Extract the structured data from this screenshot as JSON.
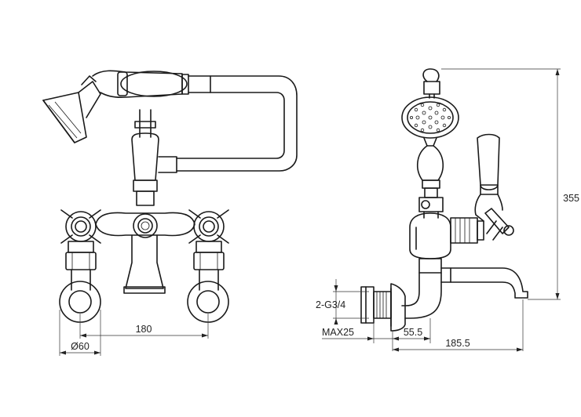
{
  "dimensions": {
    "tap_centres": "180",
    "flange_diameter": "Ø60",
    "height": "355",
    "inlet_thread": "2-G3/4",
    "max_wall_depth": "MAX25",
    "spout_offset": "55.5",
    "spout_reach": "185.5"
  }
}
